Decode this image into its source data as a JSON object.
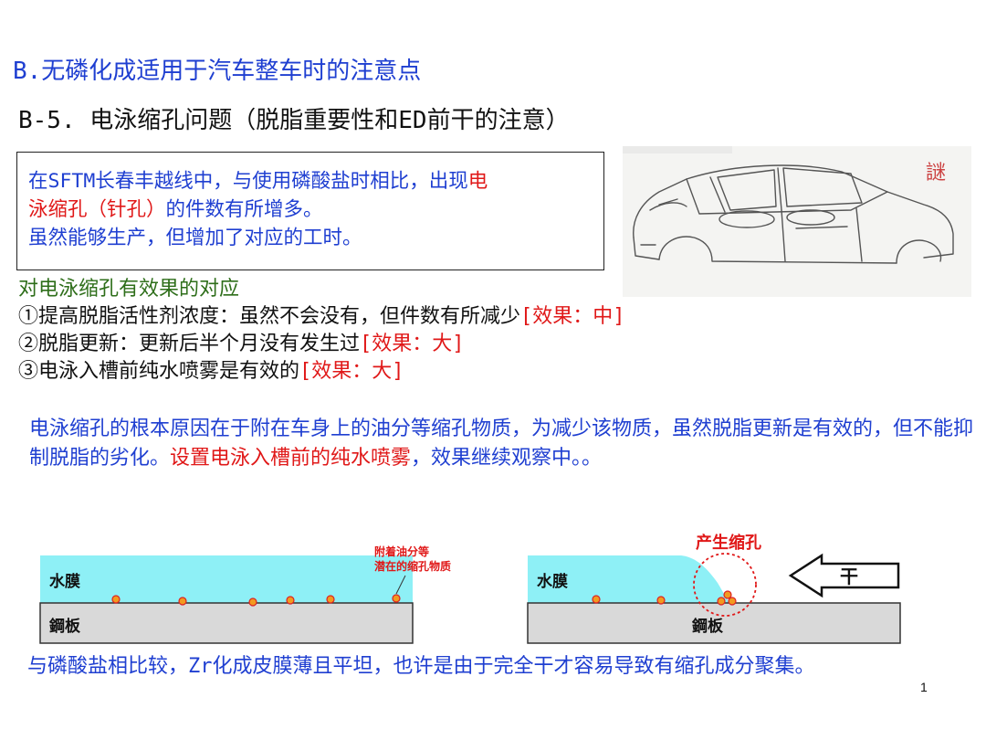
{
  "header": {
    "section_title": "B.无磷化成适用于汽车整车时的注意点",
    "subsection_title": "B-5. 电泳缩孔问题（脱脂重要性和ED前干的注意）"
  },
  "notice": {
    "line1_blue": "在SFTM长春丰越线中，与使用磷酸盐时相比，出现",
    "line1_red": "电",
    "line2_red": "泳缩孔（针孔）",
    "line2_blue": "的件数有所增多。",
    "line3_blue": "虽然能够生产，但增加了对应的工时。"
  },
  "car_sketch": {
    "scribble": "謎"
  },
  "measures": {
    "heading": "对电泳缩孔有效果的对应",
    "items": [
      {
        "text": "①提高脱脂活性剂浓度：虽然不会没有，但件数有所减少",
        "effect": "[效果：中]"
      },
      {
        "text": "②脱脂更新：更新后半个月没有发生过",
        "effect": "[效果：大]"
      },
      {
        "text": "③电泳入槽前纯水喷雾是有效的",
        "effect": "[效果：大]"
      }
    ]
  },
  "root_cause": {
    "blue_part": "电泳缩孔的根本原因在于附在车身上的油分等缩孔物质，为减少该物质，虽然脱脂更新是有效的，但不能抑制脱脂的劣化。",
    "red_part": "设置电泳入槽前的纯水喷雾",
    "blue_tail": "，效果继续观察中。。"
  },
  "diagram_left": {
    "water_film_label": "水膜",
    "steel_label": "鋼板",
    "callout_line1": "附着油分等",
    "callout_line2": "潜在的缩孔物质"
  },
  "diagram_right": {
    "water_film_label": "水膜",
    "steel_label": "鋼板",
    "crater_label": "产生缩孔",
    "dry_label": "干"
  },
  "conclusion": {
    "text": "与磷酸盐相比较，Zr化成皮膜薄且平坦，也许是由于完全干才容易导致有缩孔成分聚集。"
  },
  "page_number": "1",
  "colors": {
    "blue_text": "#1f3fd1",
    "red_text": "#e01818",
    "green_text": "#2e6e1a",
    "water_film": "#8ef0f6",
    "steel_plate": "#d9d9d9",
    "oil_dot": "#f29a1f"
  }
}
